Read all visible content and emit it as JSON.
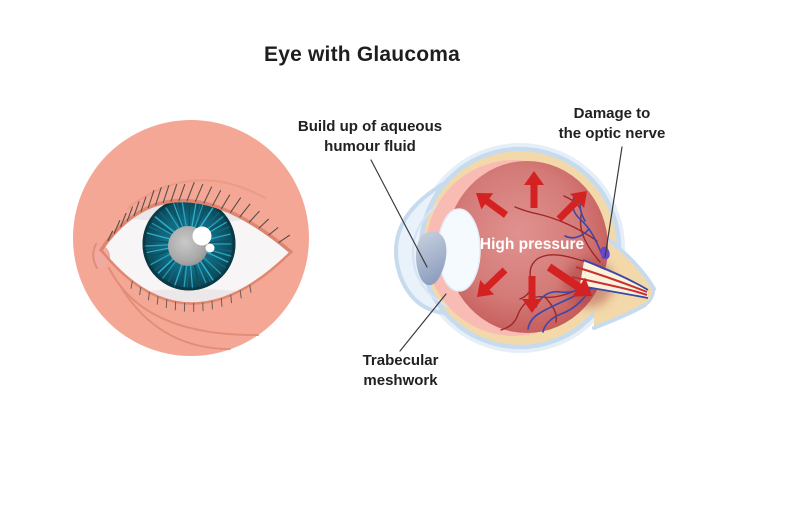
{
  "diagram": {
    "title": "Eye with Glaucoma",
    "annotations": {
      "aqueous": "Build up of aqueous\nhumour fluid",
      "optic": "Damage to\nthe optic nerve",
      "trabecular": "Trabecular\nmeshwork"
    },
    "pressure_label": "High pressure",
    "colors": {
      "skin": "#F4A795",
      "iris_teal": "#1E9FB8",
      "pupil_grey": "#9A9A9A",
      "sclera_outline_blue": "#C6DAEE",
      "sclera_ring_cream": "#F3D9AA",
      "inner_pressure_red": "#D2716E",
      "arrow_red": "#D42222",
      "vessel_red": "#9E2727",
      "vessel_blue": "#3A48AC",
      "nerve_damage_dot_purple": "#6B46C9",
      "aqueous_fluid_grey": "#9FAFC9",
      "pink_layer": "#F9BCB4",
      "label_text": "#212121"
    }
  }
}
